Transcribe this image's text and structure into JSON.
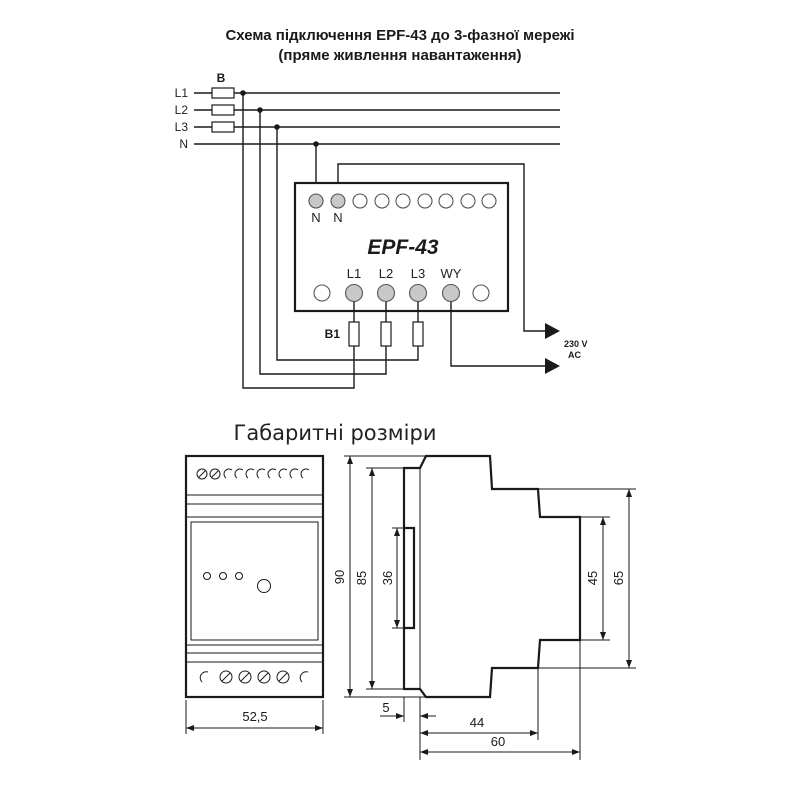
{
  "diagram": {
    "title_line1": "Схема підключення EPF-43 до 3-фазної мережі",
    "title_line2": "(пряме живлення навантаження)",
    "fuse_group_label": "B",
    "lines": [
      "L1",
      "L2",
      "L3",
      "N"
    ],
    "device_model": "EPF-43",
    "terminals_top": [
      "N",
      "N"
    ],
    "terminals_bottom": [
      "L1",
      "L2",
      "L3",
      "WY"
    ],
    "fuse_b1_label": "B1",
    "output_label_line1": "230 V",
    "output_label_line2": "AC"
  },
  "dimensions": {
    "heading": "Габаритні розміри",
    "front_width": "52,5",
    "height_total": "90",
    "height_inner": "85",
    "rail_height": "36",
    "step_45": "45",
    "step_65": "65",
    "offset_5": "5",
    "depth_44": "44",
    "depth_60": "60"
  },
  "colors": {
    "line": "#1a1a1a",
    "terminal_fill": "#c8c8c8",
    "background": "#ffffff"
  }
}
